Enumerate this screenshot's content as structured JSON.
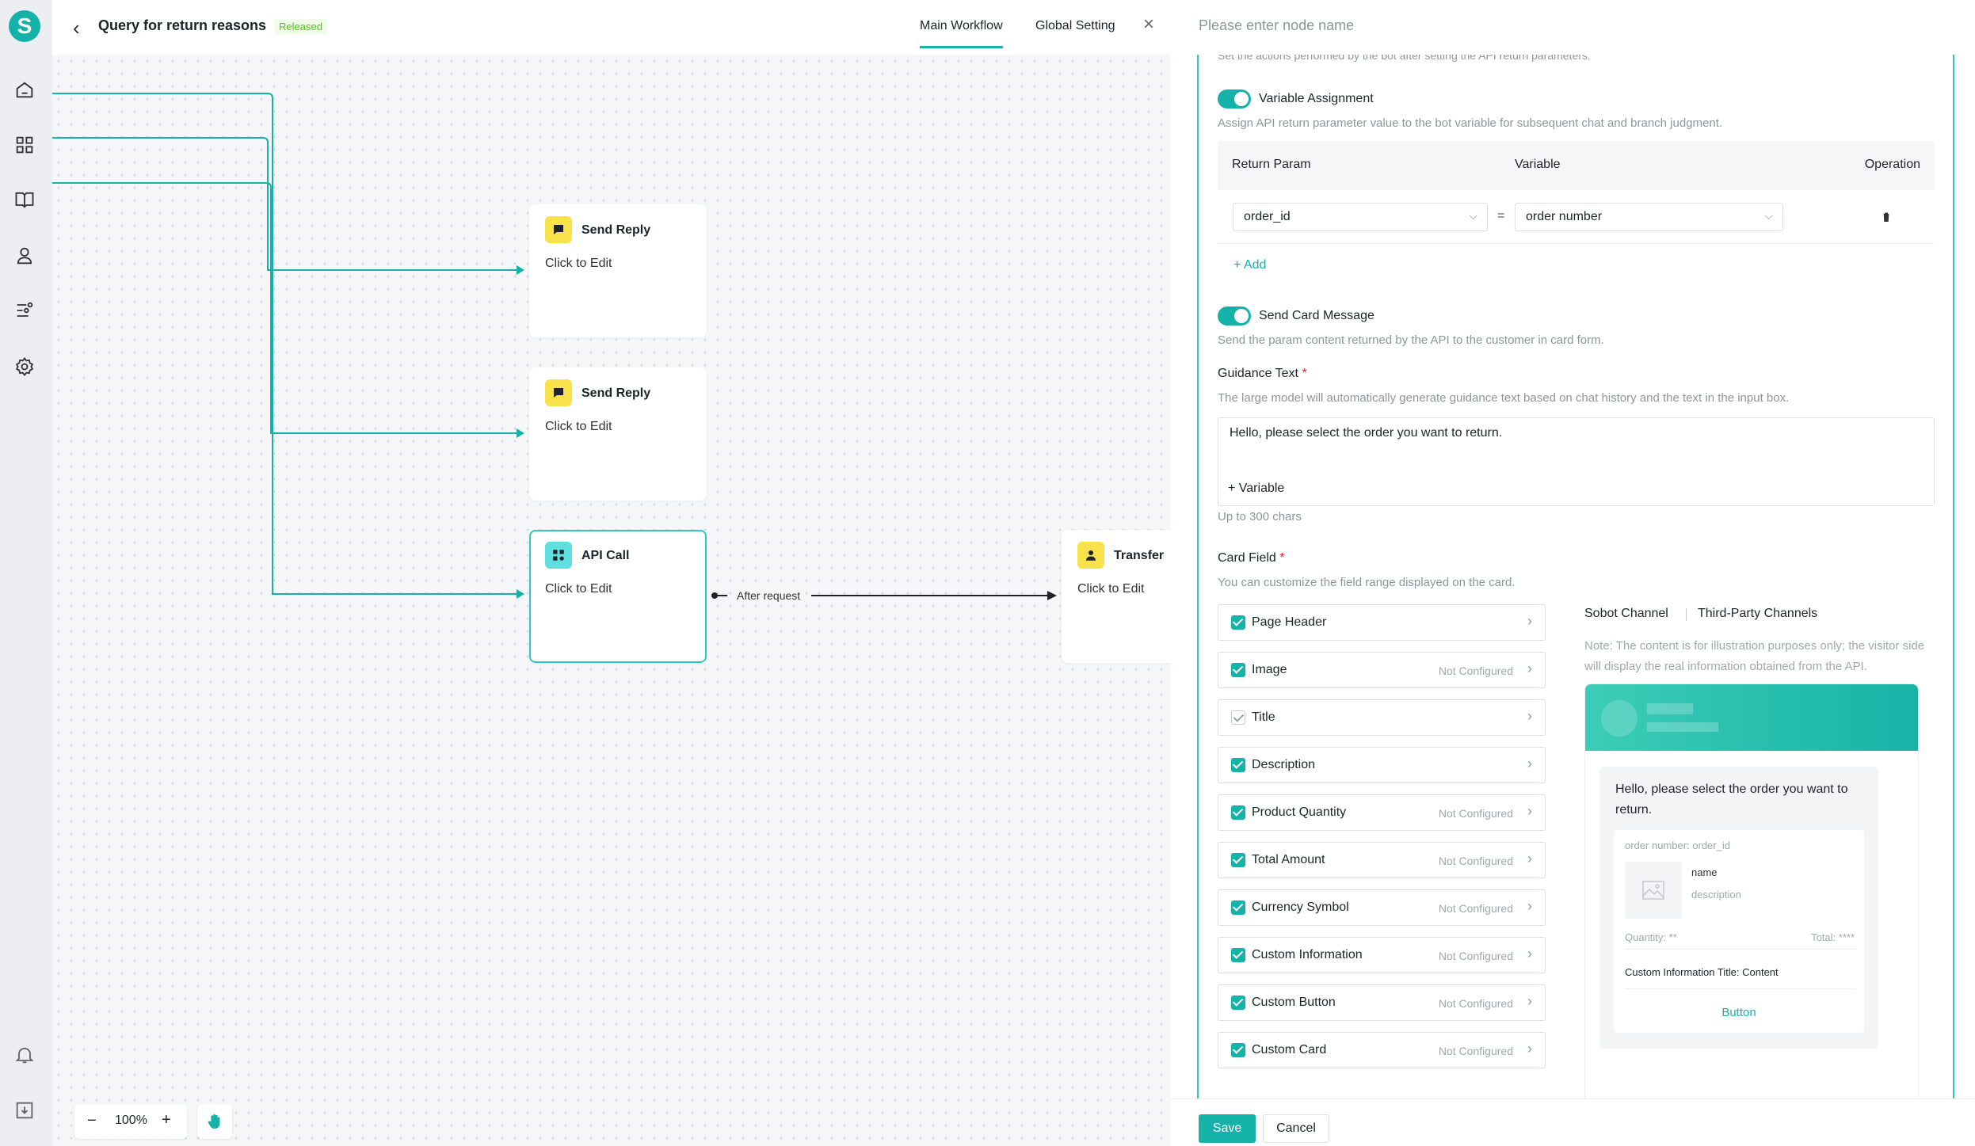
{
  "app": {
    "logo_letter": "S"
  },
  "workflow": {
    "title": "Query for return reasons",
    "status": "Released"
  },
  "tabs": [
    {
      "label": "Main Workflow"
    },
    {
      "label": "Global Setting"
    }
  ],
  "nodes": {
    "reply1": {
      "title": "Send Reply",
      "subtitle": "Click to Edit"
    },
    "reply2": {
      "title": "Send Reply",
      "subtitle": "Click to Edit"
    },
    "api": {
      "title": "API Call",
      "subtitle": "Click to Edit"
    },
    "transfer": {
      "title": "Transfer",
      "subtitle": "Click to Edit"
    }
  },
  "edge": {
    "label": "After request"
  },
  "zoom": {
    "value": "100%",
    "minus": "−",
    "plus": "+"
  },
  "panel": {
    "node_name_placeholder": "Please enter node name",
    "cut_text": "Set the actions performed by the bot after setting the API return parameters.",
    "var_assign": {
      "title": "Variable Assignment",
      "desc": "Assign API return parameter value to the bot variable for subsequent chat and branch judgment.",
      "headers": {
        "param": "Return Param",
        "variable": "Variable",
        "operation": "Operation"
      },
      "row": {
        "param": "order_id",
        "equals": "=",
        "variable": "order number"
      },
      "add": "Add"
    },
    "send_card": {
      "title": "Send Card Message",
      "desc": "Send the param content returned by the API to the customer in card form."
    },
    "guidance": {
      "label": "Guidance Text",
      "required": "*",
      "desc": "The large model will automatically generate guidance text based on chat history and the text in the input box.",
      "value": "Hello, please select the order you want to return.",
      "variable_btn": "Variable",
      "limit": "Up to 300 chars"
    },
    "card_field": {
      "label": "Card Field",
      "required": "*",
      "desc": "You can customize the field range displayed on the card.",
      "fields": [
        {
          "label": "Page Header",
          "status": ""
        },
        {
          "label": "Image",
          "status": "Not Configured"
        },
        {
          "label": "Title",
          "status": ""
        },
        {
          "label": "Description",
          "status": ""
        },
        {
          "label": "Product Quantity",
          "status": "Not Configured"
        },
        {
          "label": "Total Amount",
          "status": "Not Configured"
        },
        {
          "label": "Currency Symbol",
          "status": "Not Configured"
        },
        {
          "label": "Custom Information",
          "status": "Not Configured"
        },
        {
          "label": "Custom Button",
          "status": "Not Configured"
        },
        {
          "label": "Custom Card",
          "status": "Not Configured"
        }
      ]
    },
    "preview": {
      "tabs": [
        "Sobot Channel",
        "Third-Party Channels"
      ],
      "note": "Note: The content is for illustration purposes only; the visitor side will display the real information obtained from the API.",
      "message": "Hello, please select the order you want to return.",
      "order_line": "order number: order_id",
      "name": "name",
      "description": "description",
      "quantity": "Quantity: **",
      "total": "Total: ****",
      "custom_info": "Custom Information Title: Content",
      "button": "Button"
    },
    "footer": {
      "save": "Save",
      "cancel": "Cancel"
    }
  },
  "colors": {
    "accent": "#14b2a8",
    "reply_icon": "#f7e24a",
    "api_icon": "#5fe0e0"
  }
}
